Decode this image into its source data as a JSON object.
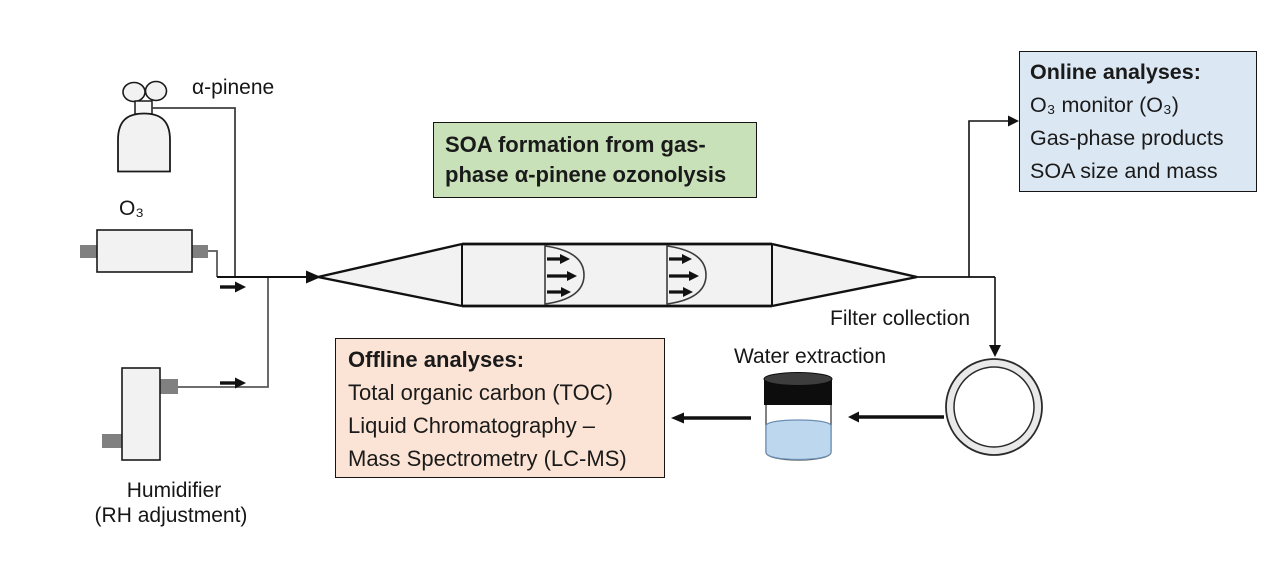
{
  "diagram": {
    "description_banner": {
      "line1": "SOA formation from gas-",
      "line2": "phase α-pinene ozonolysis"
    },
    "sources": {
      "alpha_pinene": {
        "label": "α-pinene"
      },
      "ozone_generator": {
        "label": "O₃"
      },
      "humidifier": {
        "label_line1": "Humidifier",
        "label_line2": "(RH adjustment)"
      }
    },
    "online_box": {
      "title": "Online analyses:",
      "items": [
        "O₃ monitor (O₃)",
        "Gas-phase products",
        "SOA size and mass"
      ]
    },
    "offline_box": {
      "title": "Offline analyses:",
      "items": [
        "Total organic carbon (TOC)",
        "Liquid Chromatography –",
        "Mass Spectrometry (LC-MS)"
      ]
    },
    "filter": {
      "label": "Filter collection"
    },
    "extraction": {
      "label": "Water extraction"
    },
    "colors": {
      "banner_green_bg": "#c8e1b9",
      "online_blue_bg": "#dbe7f3",
      "offline_orange_bg": "#fbe4d5",
      "equipment_fill": "#f2f2f2",
      "connector_gray": "#808080",
      "pipe_gray": "#595959",
      "liquid_blue": "#bdd7ee",
      "lid_black": "#0d0d0d",
      "line_black": "#1a1a1a"
    }
  }
}
